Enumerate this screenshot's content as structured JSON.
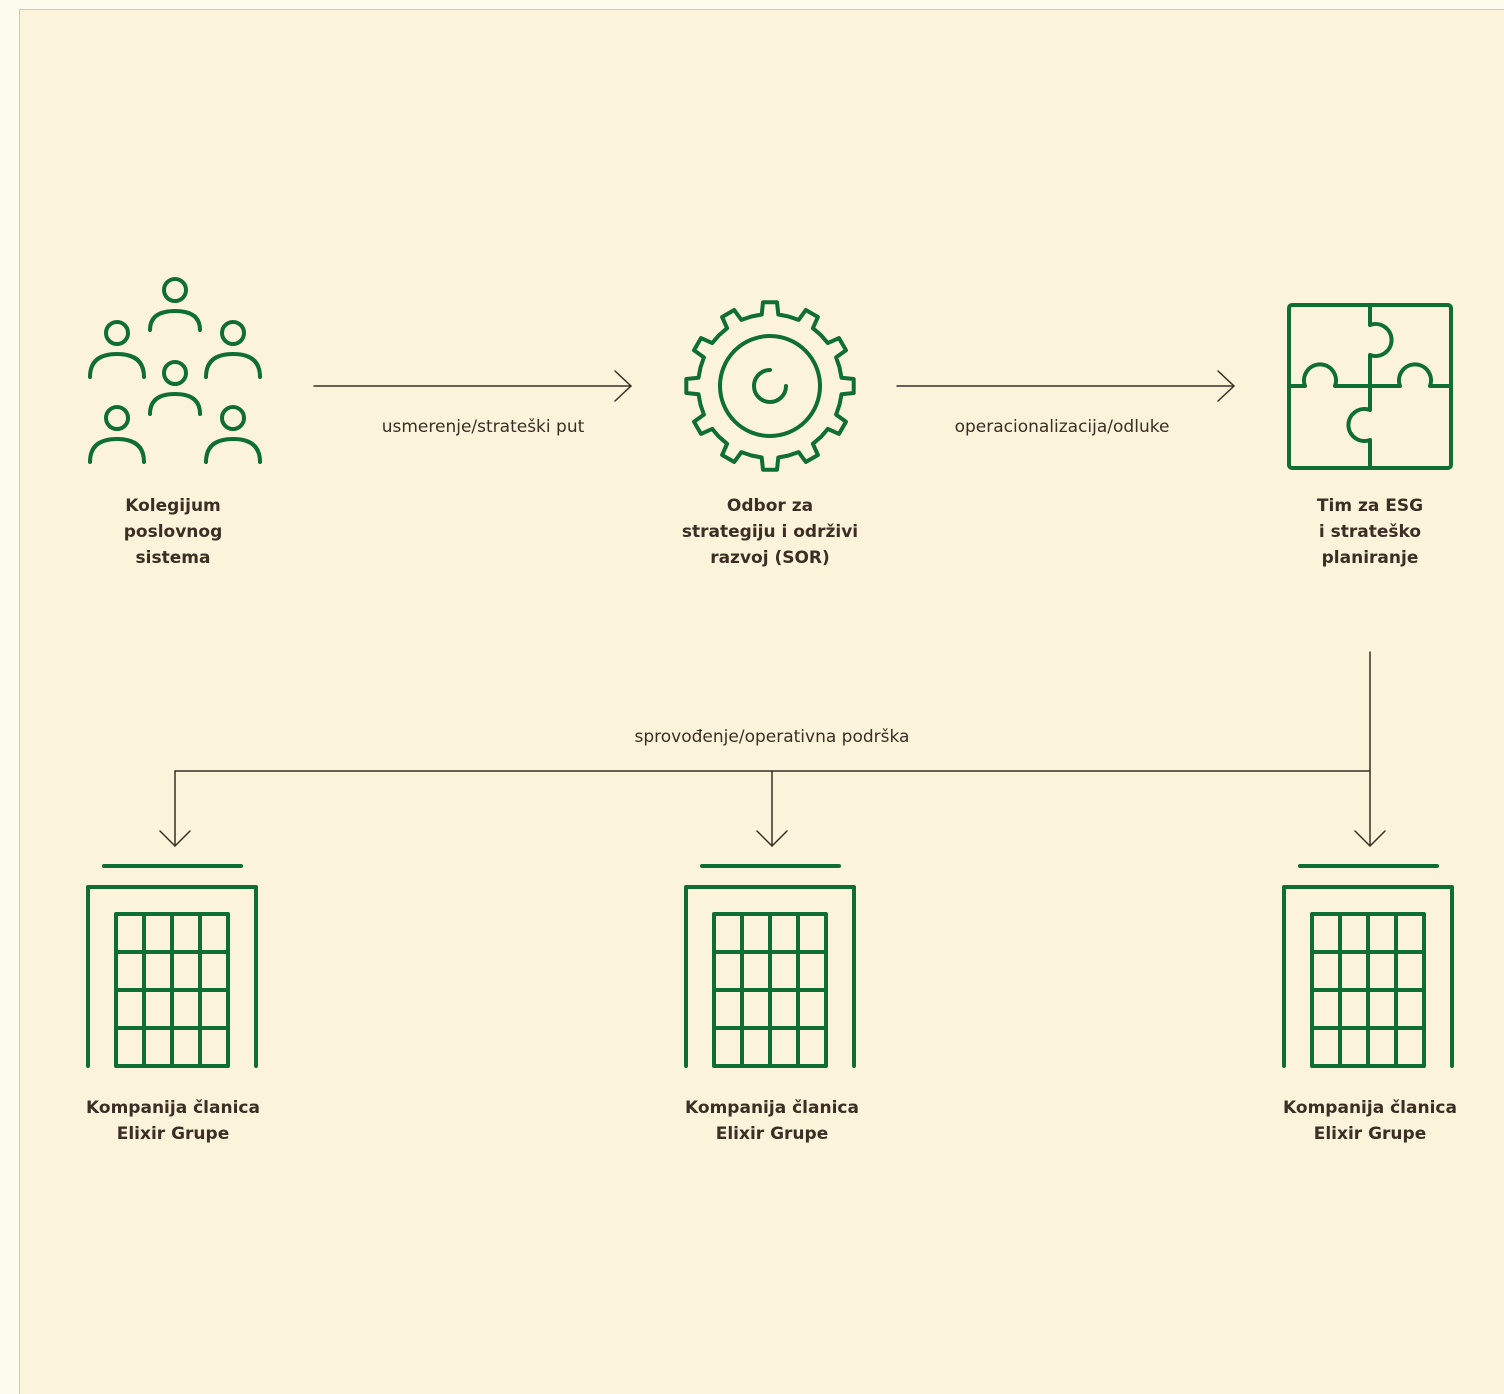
{
  "colors": {
    "icon_green": "#0f6e32",
    "line_dark": "#3a2e25",
    "background": "#fcf4da"
  },
  "nodes": {
    "board": {
      "label": "Kolegijum\nposlovnog\nsistema",
      "icon": "people-group-icon"
    },
    "committee": {
      "label": "Odbor za\nstrategiju i održivi\nrazvoj (SOR)",
      "icon": "gear-icon"
    },
    "esg_team": {
      "label": "Tim za ESG\ni strateško\nplaniranje",
      "icon": "puzzle-icon"
    },
    "companies": [
      {
        "label": "Kompanija članica\nElixir Grupe",
        "icon": "building-icon"
      },
      {
        "label": "Kompanija članica\nElixir Grupe",
        "icon": "building-icon"
      },
      {
        "label": "Kompanija članica\nElixir Grupe",
        "icon": "building-icon"
      }
    ]
  },
  "edges": {
    "board_to_committee": "usmerenje/strateški put",
    "committee_to_team": "operacionalizacija/odluke",
    "team_to_companies": "sprovođenje/operativna podrška"
  }
}
